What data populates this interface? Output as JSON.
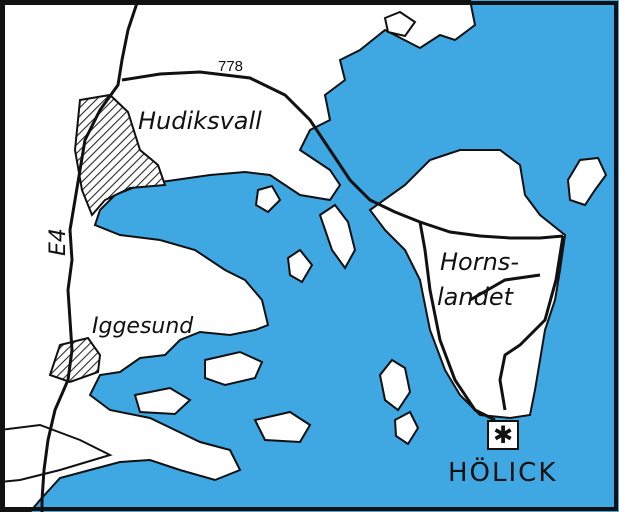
{
  "colors": {
    "water": "#3fa7e2",
    "land": "#ffffff",
    "outline": "#111111",
    "town_hatch": "#2a2a2a"
  },
  "labels": {
    "hudiksvall": "Hudiksvall",
    "iggesund": "Iggesund",
    "hornslandet_1": "Horns-",
    "hornslandet_2": "landet",
    "holick": "HÖLICK",
    "road_e4": "E4",
    "road_778": "778"
  },
  "marker": {
    "symbol": "✱",
    "icon": "asterisk-icon"
  }
}
